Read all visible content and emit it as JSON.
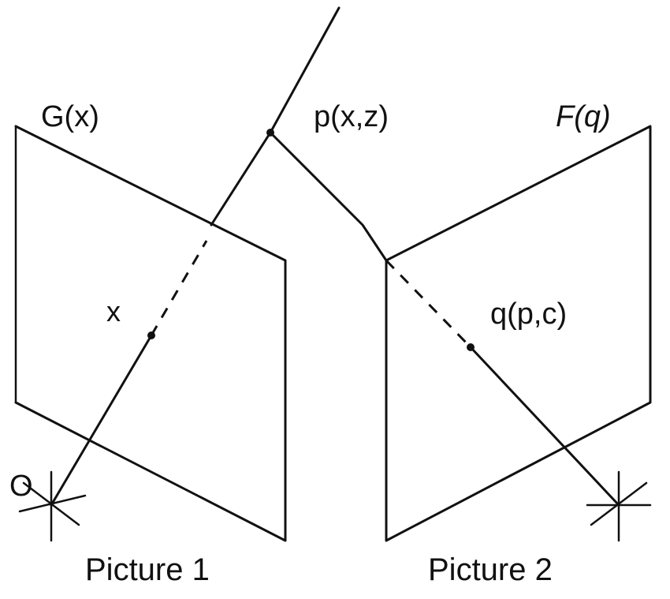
{
  "labels": {
    "picture1_function": "G(x)",
    "picture2_function": "F(q)",
    "world_point": "p(x,z)",
    "image_point_1": "x",
    "image_point_2": "q(p,c)",
    "origin": "O",
    "picture1_caption": "Picture 1",
    "picture2_caption": "Picture 2"
  },
  "colors": {
    "ink": "#111111",
    "background": "#ffffff"
  }
}
